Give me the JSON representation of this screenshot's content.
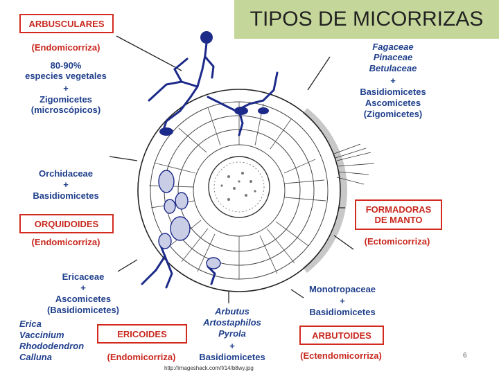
{
  "title": "TIPOS DE MICORRIZAS",
  "arbusculares": {
    "box": "ARBUSCULARES",
    "type": "(Endomicorriza)",
    "line1": "80-90%",
    "line2": "especies vegetales",
    "plus": "+",
    "line3": "Zigomicetes",
    "line4": "(microscópicos)"
  },
  "ectomicorriza": {
    "line1": "Fagaceae",
    "line2": "Pinaceae",
    "line3": "Betulaceae",
    "plus": "+",
    "line4": "Basidiomicetes",
    "line5": "Ascomicetes",
    "line6": "(Zigomicetes)"
  },
  "orquidoides": {
    "line1": "Orchidaceae",
    "plus": "+",
    "line2": "Basidiomicetes",
    "box": "ORQUIDOIDES",
    "type": "(Endomicorriza)"
  },
  "manto": {
    "box": "FORMADORAS DE MANTO",
    "type": "(Ectomicorriza)"
  },
  "ericoides": {
    "line1": "Ericaceae",
    "plus": "+",
    "line2": "Ascomicetes",
    "line3": "(Basidiomicetes)",
    "genera": [
      "Erica",
      "Vaccinium",
      "Rhododendron",
      "Calluna"
    ],
    "box": "ERICOIDES",
    "type": "(Endomicorriza)"
  },
  "arbutoides_center": {
    "genera": [
      "Arbutus",
      "Artostaphilos",
      "Pyrola"
    ],
    "plus": "+",
    "line": "Basidiomicetes"
  },
  "arbutoides": {
    "line1": "Monotropaceae",
    "plus": "+",
    "line2": "Basidiomicetes",
    "box": "ARBUTOIDES",
    "type": "(Ectendomicorriza)"
  },
  "source_url": "http://imageshack.com/f/14/b8wy.jpg",
  "page_number": "6",
  "colors": {
    "label_blue": "#1f3f8c",
    "box_red": "#d22a1e",
    "title_bg": "#c5d69a",
    "hyphae": "#1c2a8a"
  }
}
